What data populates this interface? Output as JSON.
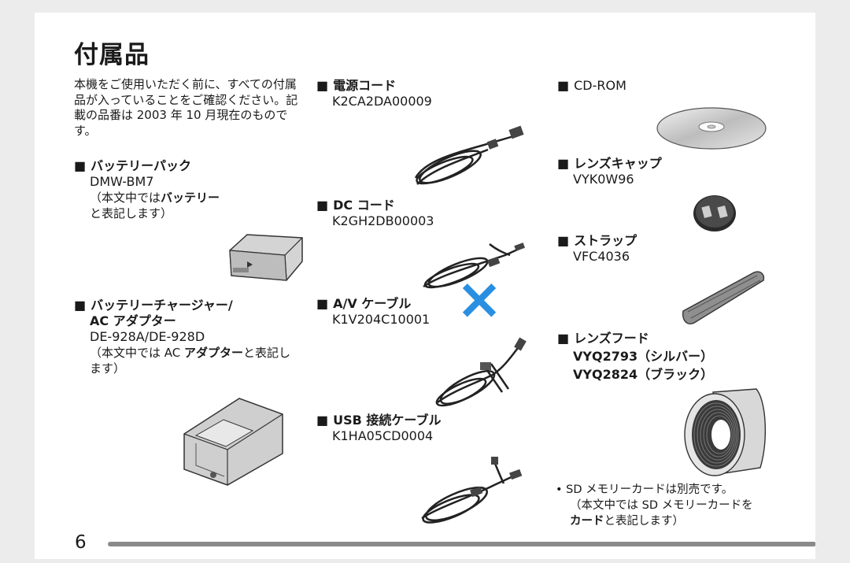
{
  "page": {
    "title": "付属品",
    "intro": "本機をご使用いただく前に、すべての付属品が入っていることをご確認ください。記載の品番は 2003 年 10 月現在のものです。",
    "page_number": "6"
  },
  "items": {
    "battery": {
      "marker": "■",
      "name": "バッテリーパック",
      "code": "DMW-BM7",
      "note_pre": "（本文中では",
      "note_bold": "バッテリー",
      "note_post": "と表記します）"
    },
    "charger": {
      "marker": "■",
      "name_line1": "バッテリーチャージャー/",
      "name_line2": "AC アダプター",
      "code": "DE-928A/DE-928D",
      "note_pre": "（本文中では AC ",
      "note_bold": "アダプター",
      "note_post": "と表記します）"
    },
    "power_cord": {
      "marker": "■",
      "name": "電源コード",
      "code": "K2CA2DA00009"
    },
    "dc_cord": {
      "marker": "■",
      "name": "DC コード",
      "code": "K2GH2DB00003"
    },
    "av_cable": {
      "marker": "■",
      "name": "A/V ケーブル",
      "code": "K1V204C10001"
    },
    "usb_cable": {
      "marker": "■",
      "name": "USB 接続ケーブル",
      "code": "K1HA05CD0004"
    },
    "cdrom": {
      "marker": "■",
      "name": "CD-ROM"
    },
    "lens_cap": {
      "marker": "■",
      "name": "レンズキャップ",
      "code": "VYK0W96"
    },
    "strap": {
      "marker": "■",
      "name": "ストラップ",
      "code": "VFC4036"
    },
    "lens_hood": {
      "marker": "■",
      "name": "レンズフード",
      "code_silver": "VYQ2793（シルバー）",
      "code_black": "VYQ2824（ブラック）"
    }
  },
  "footnote": {
    "bullet": "•",
    "line1": "SD メモリーカードは別売です。",
    "line2": "（本文中では SD メモリーカードを",
    "line3_bold": "カード",
    "line3_post": "と表記します）"
  },
  "overlay": {
    "mark": "×",
    "color": "#2a8fe0"
  }
}
